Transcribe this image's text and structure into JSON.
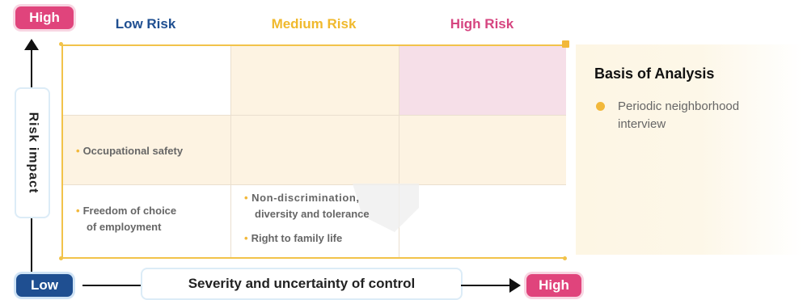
{
  "axes": {
    "y_high": "High",
    "x_low": "Low",
    "x_high": "High",
    "y_title": "Risk impact",
    "x_title": "Severity and uncertainty of control"
  },
  "columns": [
    "Low Risk",
    "Medium Risk",
    "High Risk"
  ],
  "colors": {
    "low": "#1f4f91",
    "medium": "#f0b92d",
    "high": "#d64580",
    "grid_border": "#f2c34a",
    "cell_fill": "#fdf3e2",
    "cell_high_fill": "#f6dfe8"
  },
  "cells": {
    "occupational": "Occupational safety",
    "freedom_line1": "Freedom of choice",
    "freedom_line2": "of employment",
    "nondiscrim_line1": "Non-discrimination,",
    "nondiscrim_line2": "diversity and tolerance",
    "family": "Right to family life"
  },
  "side": {
    "title": "Basis of Analysis",
    "item_line1": "Periodic neighborhood",
    "item_line2": "interview"
  }
}
